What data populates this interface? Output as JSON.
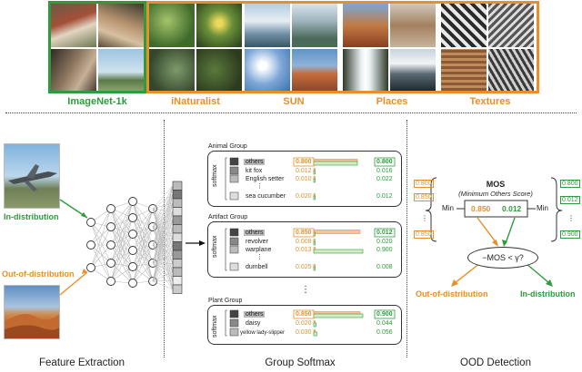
{
  "datasets": [
    {
      "name": "ImageNet-1k",
      "kind": "in"
    },
    {
      "name": "iNaturalist",
      "kind": "out"
    },
    {
      "name": "SUN",
      "kind": "out"
    },
    {
      "name": "Places",
      "kind": "out"
    },
    {
      "name": "Textures",
      "kind": "out"
    }
  ],
  "sections": {
    "feature_extraction": "Feature Extraction",
    "group_softmax": "Group Softmax",
    "ood_detection": "OOD Detection"
  },
  "inputs": {
    "in_label": "In-distribution",
    "out_label": "Out-of-distribution"
  },
  "softmax_label": "softmax",
  "groups": [
    {
      "title": "Animal Group",
      "rows": [
        {
          "name": "others",
          "out": "0.800",
          "in": "0.800",
          "hl": true
        },
        {
          "name": "kit fox",
          "out": "0.012",
          "in": "0.016"
        },
        {
          "name": "English setter",
          "out": "0.010",
          "in": "0.022"
        },
        {
          "name": "sea cucumber",
          "out": "0.020",
          "in": "0.012"
        }
      ]
    },
    {
      "title": "Artifact Group",
      "rows": [
        {
          "name": "others",
          "out": "0.850",
          "in": "0.012",
          "hl": true
        },
        {
          "name": "revolver",
          "out": "0.008",
          "in": "0.020"
        },
        {
          "name": "warplane",
          "out": "0.013",
          "in": "0.900"
        },
        {
          "name": "dumbell",
          "out": "0.025",
          "in": "0.008"
        }
      ]
    },
    {
      "title": "Plant Group",
      "rows": [
        {
          "name": "others",
          "out": "0.850",
          "in": "0.900",
          "hl": true
        },
        {
          "name": "daisy",
          "out": "0.020",
          "in": "0.044"
        },
        {
          "name": "yellow lady-slipper",
          "out": "0.030",
          "in": "0.056"
        }
      ]
    }
  ],
  "ood": {
    "mos": "MOS",
    "mos_full": "(Minimum Others Score)",
    "left_values": [
      "0.800",
      "0.850",
      "0.850"
    ],
    "right_values": [
      "0.800",
      "0.012",
      "0.900"
    ],
    "min_out": "0.850",
    "min_in": "0.012",
    "min_label": "Min",
    "criterion": "−MOS < γ?",
    "out_label": "Out-of-distribution",
    "in_label": "In-distribution"
  },
  "colors": {
    "in": "#2e9b3c",
    "out": "#e88e2a"
  }
}
